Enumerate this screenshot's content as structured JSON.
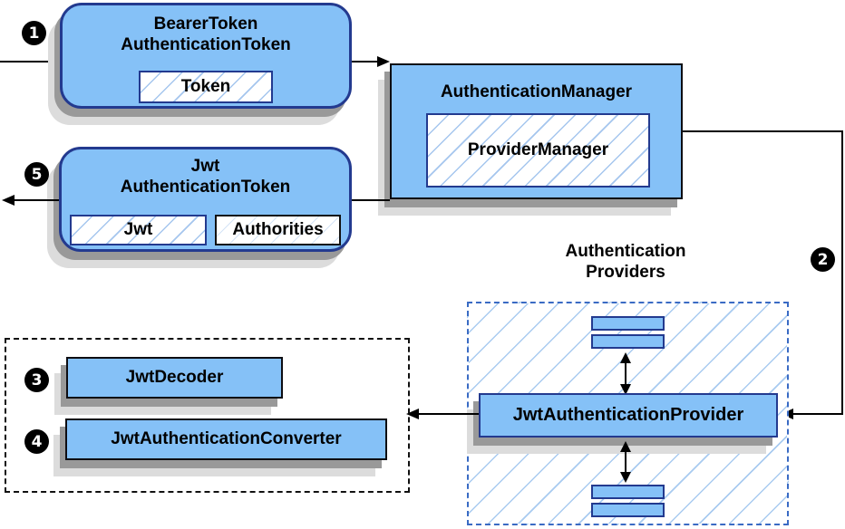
{
  "colors": {
    "node_fill": "#85C1F7",
    "node_border_navy": "#233A8F",
    "node_border_dark": "#0d0d12",
    "hatch_line": "#A5C6EE",
    "dashed_blue_border": "#3A6BC4",
    "dashed_black_border": "#111111",
    "shadow_dark": "#999999",
    "shadow_light": "#DCDCDC",
    "badge_bg": "#000000",
    "badge_text": "#FFFFFF"
  },
  "badges": {
    "step1": "1",
    "step2": "2",
    "step3": "3",
    "step4": "4",
    "step5": "5"
  },
  "nodes": {
    "bearer_token": {
      "title": "BearerToken\nAuthenticationToken",
      "chip": "Token"
    },
    "authentication_manager": {
      "title": "AuthenticationManager",
      "chip": "ProviderManager"
    },
    "jwt_authentication_token": {
      "title": "Jwt\nAuthenticationToken",
      "chips": [
        "Jwt",
        "Authorities"
      ]
    },
    "providers_group": {
      "label": "Authentication\nProviders"
    },
    "jwt_authentication_provider": {
      "title": "JwtAuthenticationProvider"
    },
    "jwt_decoder": {
      "title": "JwtDecoder"
    },
    "jwt_authentication_converter": {
      "title": "JwtAuthenticationConverter"
    }
  }
}
